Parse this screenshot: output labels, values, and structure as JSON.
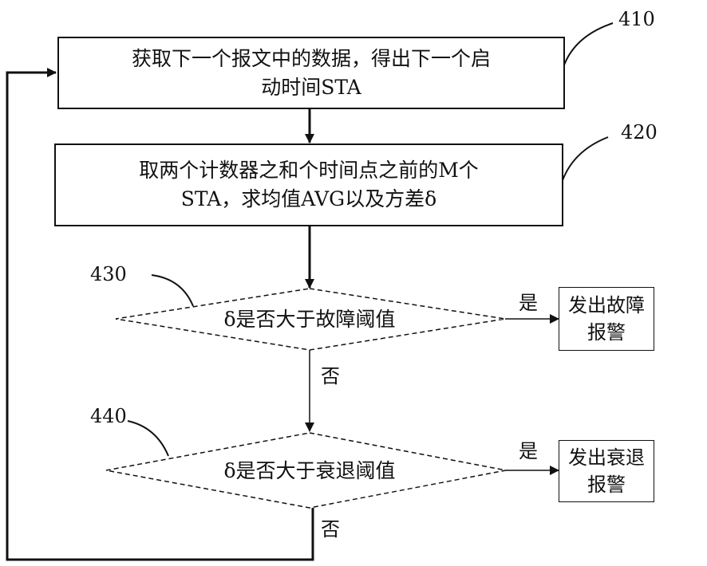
{
  "diagram": {
    "type": "flowchart",
    "steps": [
      {
        "ref": "410",
        "shape": "process",
        "lines": [
          "获取下一个报文中的数据，得出下一个启",
          "动时间STA"
        ]
      },
      {
        "ref": "420",
        "shape": "process",
        "lines": [
          "取两个计数器之和个时间点之前的M个",
          "STA，求均值AVG以及方差δ"
        ]
      },
      {
        "ref": "430",
        "shape": "decision",
        "text": "δ是否大于故障阈值"
      },
      {
        "ref": "440",
        "shape": "decision",
        "text": "δ是否大于衰退阈值"
      }
    ],
    "outputs": [
      {
        "lines": [
          "发出故障",
          "报警"
        ]
      },
      {
        "lines": [
          "发出衰退",
          "报警"
        ]
      }
    ],
    "edge_labels": {
      "yes": "是",
      "no": "否"
    }
  }
}
